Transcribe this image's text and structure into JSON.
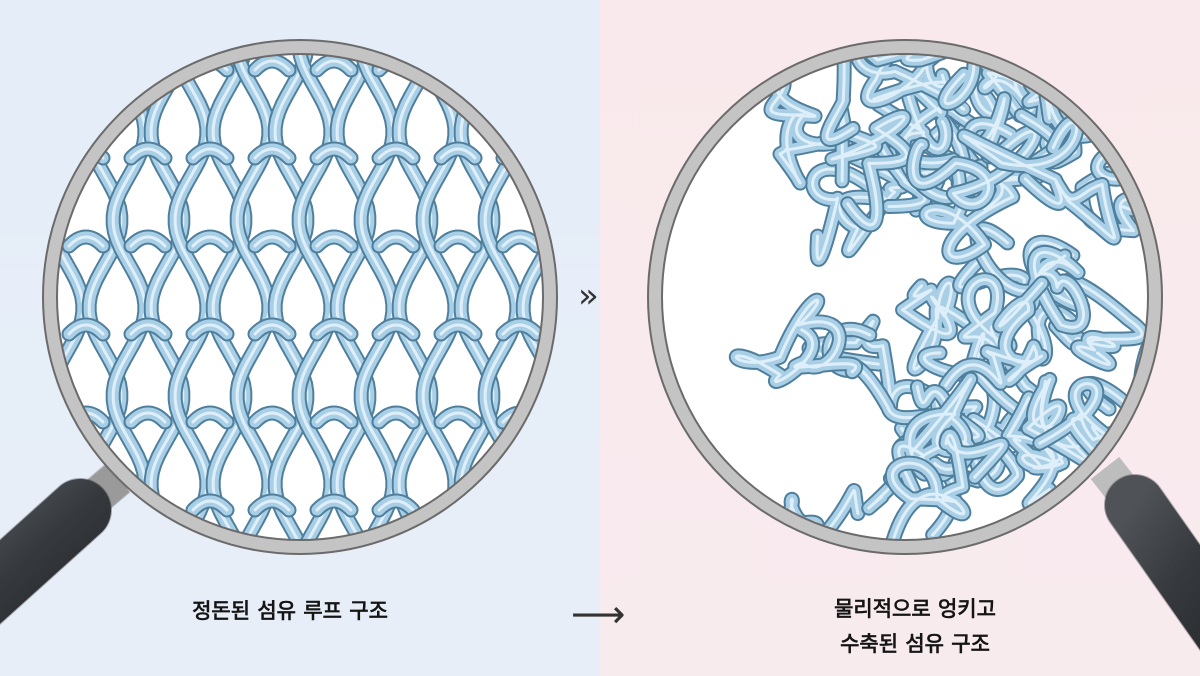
{
  "captions": {
    "left": "정돈된 섬유 루프 구조",
    "right_line1": "물리적으로 엉키고",
    "right_line2": "수축된 섬유 구조"
  },
  "arrows": {
    "transition": "»",
    "direction": "⟶"
  },
  "colors": {
    "left_background": "#e4edf8",
    "right_background": "#f9e9ec",
    "fiber": "#a9cfe6",
    "fiber_outline": "#4f7f9c",
    "lens_rim": "#b8b8b8",
    "handle": "#4a4d52"
  }
}
